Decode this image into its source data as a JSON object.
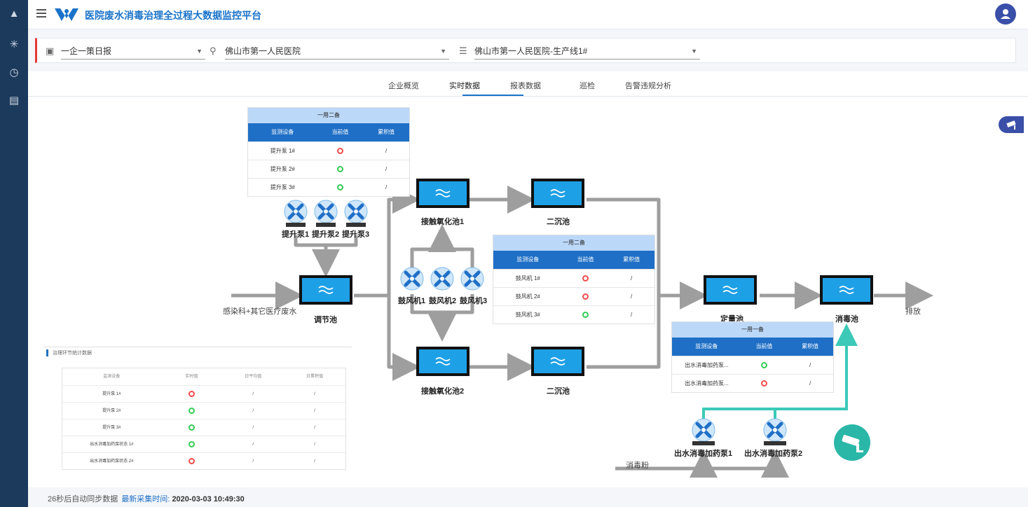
{
  "app": {
    "title": "医院废水消毒治理全过程大数据监控平台"
  },
  "filters": {
    "report": "一企一策日报",
    "hospital": "佛山市第一人民医院",
    "line": "佛山市第一人民医院-生产线1#"
  },
  "tabs": [
    "企业概览",
    "实时数据",
    "报表数据",
    "巡检",
    "告警违规分析"
  ],
  "active_tab": "实时数据",
  "diagram": {
    "inflow_label": "感染科+其它医疗废水",
    "regulating_pool": "调节池",
    "contact_pool_1": "接触氧化池1",
    "contact_pool_2": "接触氧化池2",
    "sedimentation_1": "二沉池",
    "sedimentation_2": "二沉池",
    "quantitative_pool": "定量池",
    "disinfection_pool": "消毒池",
    "discharge": "排放",
    "disinfectant_powder": "消毒粉",
    "lift_pumps": [
      "提升泵1",
      "提升泵2",
      "提升泵3"
    ],
    "blowers": [
      "鼓风机1",
      "鼓风机2",
      "鼓风机3"
    ],
    "dosing_pumps": [
      "出水消毒加药泵1",
      "出水消毒加药泵2"
    ]
  },
  "tables": {
    "lift": {
      "caption": "一用二备",
      "headers": [
        "监测设备",
        "当前值",
        "累积值"
      ],
      "rows": [
        {
          "name": "提升泵 1#",
          "status": "red",
          "total": "/"
        },
        {
          "name": "提升泵 2#",
          "status": "green",
          "total": "/"
        },
        {
          "name": "提升泵 3#",
          "status": "green",
          "total": "/"
        }
      ]
    },
    "blower": {
      "caption": "一用二备",
      "headers": [
        "监测设备",
        "当前值",
        "累积值"
      ],
      "rows": [
        {
          "name": "鼓风机 1#",
          "status": "red",
          "total": "/"
        },
        {
          "name": "鼓风机 2#",
          "status": "red",
          "total": "/"
        },
        {
          "name": "鼓风机 3#",
          "status": "green",
          "total": "/"
        }
      ]
    },
    "dosing": {
      "caption": "一用一备",
      "headers": [
        "监测设备",
        "当前值",
        "累积值"
      ],
      "rows": [
        {
          "name": "出水消毒加药泵...",
          "status": "green",
          "total": "/"
        },
        {
          "name": "出水消毒加药泵...",
          "status": "red",
          "total": "/"
        }
      ]
    }
  },
  "stat_panel": {
    "title": "治理环节统计数据",
    "headers": [
      "监测设备",
      "实时值",
      "日平均值",
      "日累积值"
    ],
    "rows": [
      {
        "name": "提升泵 1#",
        "status": "red",
        "avg": "/",
        "total": "/"
      },
      {
        "name": "提升泵 2#",
        "status": "green",
        "avg": "/",
        "total": "/"
      },
      {
        "name": "提升泵 3#",
        "status": "green",
        "avg": "/",
        "total": "/"
      },
      {
        "name": "出水消毒加药泵状态 1#",
        "status": "green",
        "avg": "/",
        "total": "/"
      },
      {
        "name": "出水消毒加药泵状态 2#",
        "status": "red",
        "avg": "/",
        "total": "/"
      }
    ]
  },
  "footer": {
    "sync": "26秒后自动同步数据",
    "latest_label": "最新采集时间:",
    "timestamp": "2020-03-03 10:49:30"
  },
  "colors": {
    "primary": "#1f6fc6",
    "teal": "#2ab7a8",
    "alarm": "#f24b4b",
    "ok": "#33cc55"
  }
}
